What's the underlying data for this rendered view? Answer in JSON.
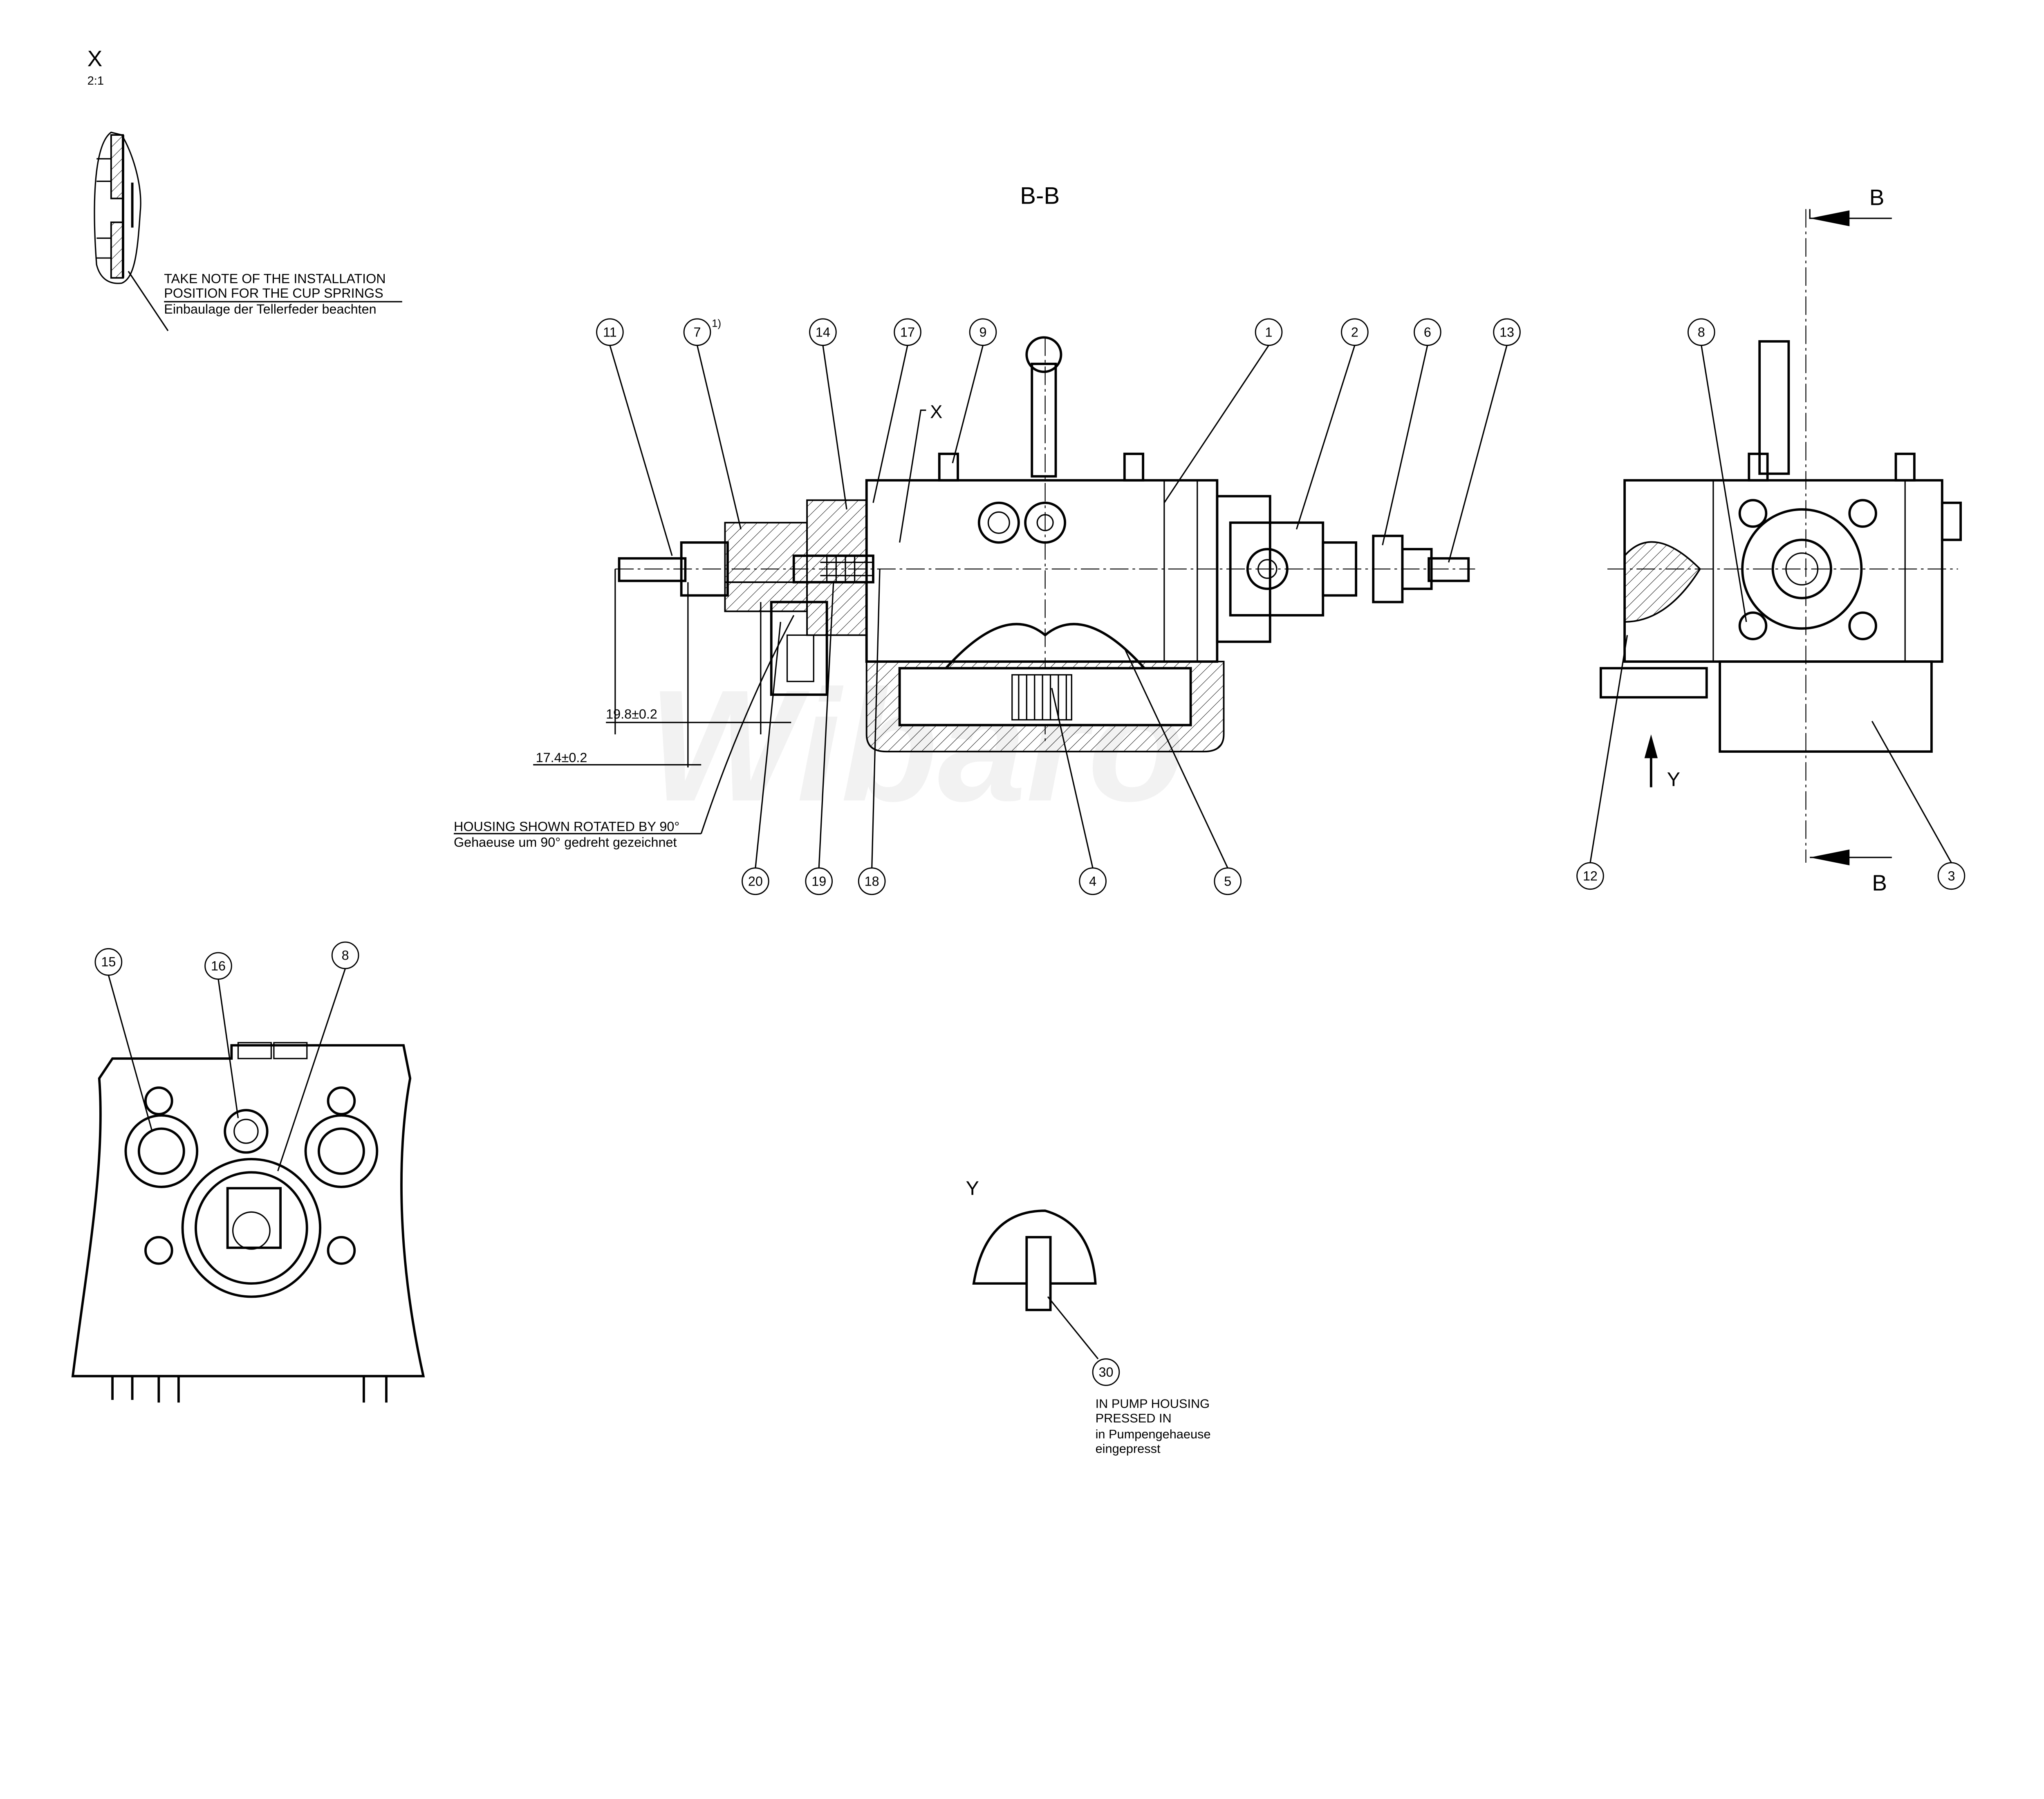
{
  "detail_x": {
    "title": "X",
    "scale": "2:1",
    "note_en_1": "TAKE NOTE OF THE INSTALLATION",
    "note_en_2": "POSITION FOR THE CUP SPRINGS",
    "note_de": "Einbaulage der Tellerfeder beachten"
  },
  "section_title": "B-B",
  "section_marker": "B",
  "detail_marker_x": "X",
  "view_marker_y": "Y",
  "detail_y": {
    "title": "Y",
    "note_1": "IN PUMP HOUSING",
    "note_2": "PRESSED IN",
    "note_3": "in Pumpengehaeuse",
    "note_4": "eingepresst"
  },
  "dimensions": {
    "d1": "19.8±0.2",
    "d2": "17.4±0.2"
  },
  "rotation_note": {
    "en": "HOUSING SHOWN ROTATED BY 90°",
    "de": "Gehaeuse um 90° gedreht gezeichnet"
  },
  "footnote_mark": "1)",
  "watermark": "Wibaro",
  "balloons": [
    "11",
    "7",
    "14",
    "17",
    "9",
    "1",
    "2",
    "6",
    "13",
    "8",
    "20",
    "19",
    "18",
    "4",
    "5",
    "12",
    "3",
    "15",
    "16",
    "8",
    "30"
  ]
}
